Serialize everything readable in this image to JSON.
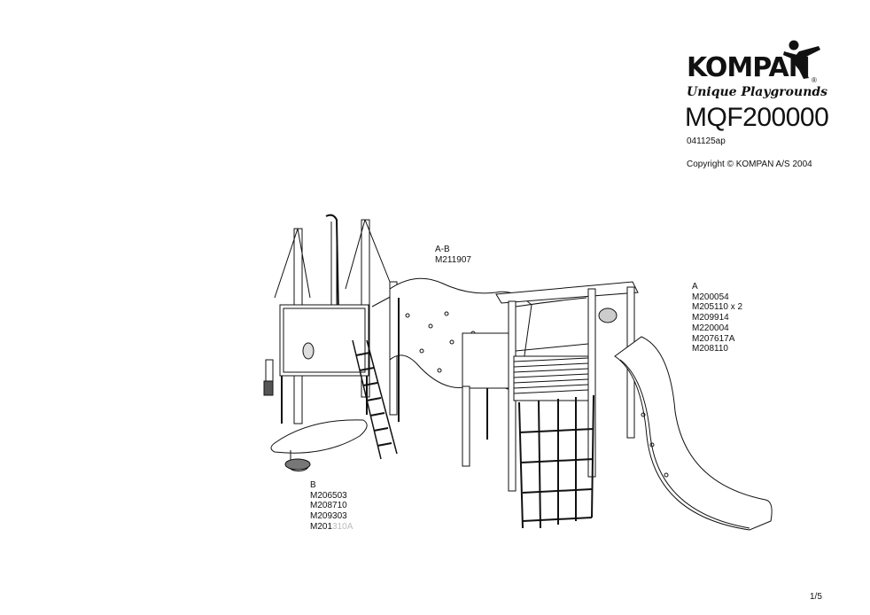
{
  "brand": {
    "name": "KOMPAN",
    "registered": "®",
    "tagline": "Unique Playgrounds",
    "logo_icon": "jumping-figure-icon"
  },
  "product_code": "MQF200000",
  "doc_code": "041125ap",
  "copyright": "Copyright © KOMPAN A/S 2004",
  "groups": {
    "ab": {
      "label": "A-B",
      "parts": [
        "M211907"
      ]
    },
    "a": {
      "label": "A",
      "parts": [
        "M200054",
        "M205110 x 2",
        "M209914",
        "M220004",
        "M207617A",
        "M208110"
      ]
    },
    "b": {
      "label": "B",
      "parts": [
        "M206503",
        "M208710",
        "M209303"
      ],
      "last_part_prefix": "M201",
      "last_part_suffix": "310A"
    }
  },
  "page": "1/5"
}
